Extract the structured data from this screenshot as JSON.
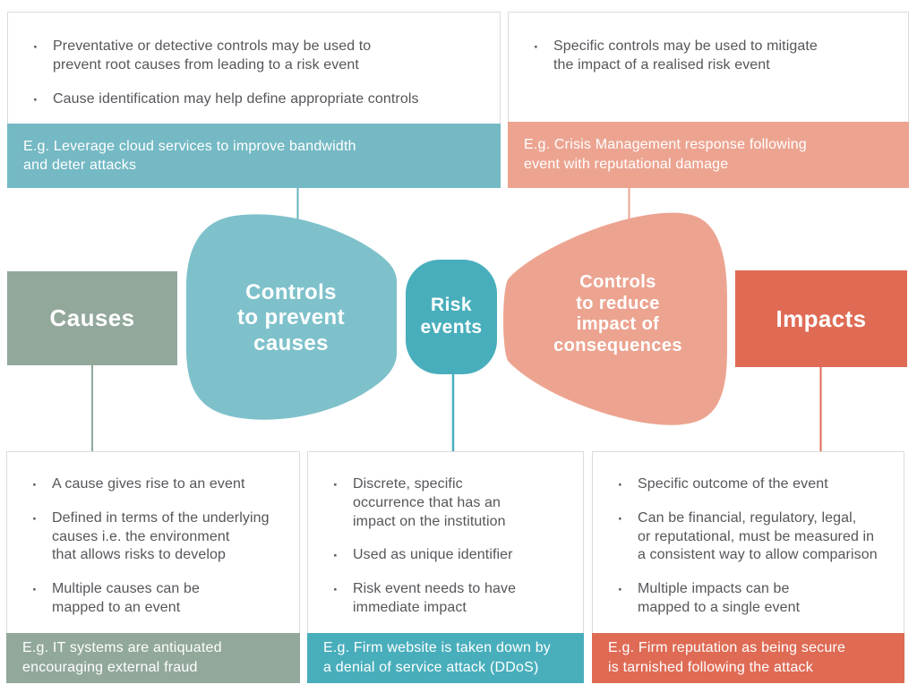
{
  "colors": {
    "teal_light": "#7EC1CB",
    "teal_footer": "#74B9C4",
    "teal_dark": "#49AEBC",
    "sage": "#92A89B",
    "salmon": "#ECA491",
    "coral": "#DF6B55",
    "body_text": "#55565A",
    "panel_border": "#DCDCDC"
  },
  "top_left_panel": {
    "bullets": [
      "Preventative or detective controls may be used to\nprevent root causes from leading to a risk event",
      "Cause identification may help define appropriate controls"
    ],
    "example": "E.g. Leverage cloud services to improve bandwidth\nand deter attacks"
  },
  "top_right_panel": {
    "bullets": [
      "Specific controls may be used to mitigate\nthe impact of a realised risk event"
    ],
    "example": "E.g. Crisis Management response following\nevent with reputational damage"
  },
  "flow": {
    "causes": "Causes",
    "controls_prevent": "Controls\nto prevent\ncauses",
    "risk_events": "Risk\nevents",
    "controls_reduce": "Controls\nto reduce\nimpact of\nconsequences",
    "impacts": "Impacts"
  },
  "bottom_left_panel": {
    "bullets": [
      "A cause gives rise to an event",
      "Defined in terms of the underlying\ncauses i.e. the environment\nthat allows risks to develop",
      "Multiple causes can be\nmapped to an event"
    ],
    "example": "E.g. IT systems are antiquated\nencouraging external fraud"
  },
  "bottom_middle_panel": {
    "bullets": [
      "Discrete, specific\noccurrence that has an\nimpact on the institution",
      "Used as unique identifier",
      "Risk event needs to have\nimmediate impact"
    ],
    "example": "E.g. Firm website is taken down by\na denial of service attack (DDoS)"
  },
  "bottom_right_panel": {
    "bullets": [
      "Specific outcome of the event",
      "Can be financial, regulatory, legal,\nor reputational, must be measured in\na consistent way to allow comparison",
      "Multiple impacts can be\nmapped to a single event"
    ],
    "example": "E.g. Firm reputation as being secure\nis tarnished following the attack"
  }
}
